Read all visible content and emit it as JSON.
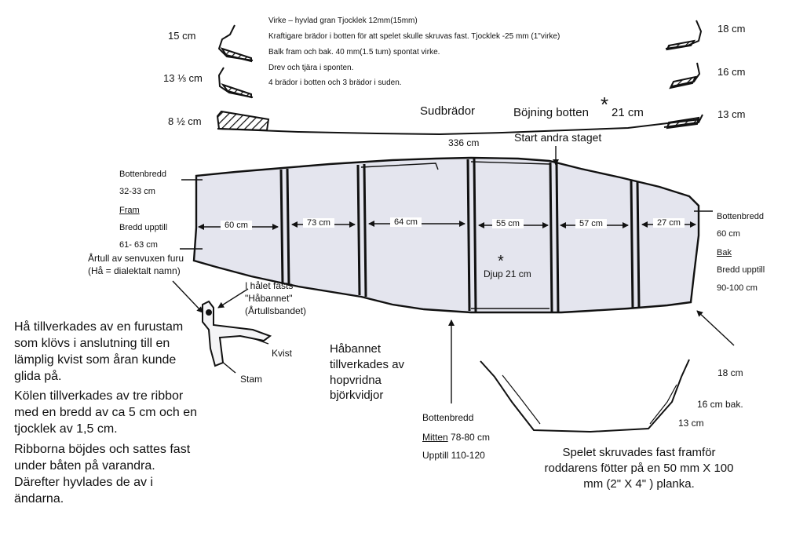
{
  "specs": [
    "Virke – hyvlad gran Tjocklek 12mm(15mm)",
    "Kraftigare brädor i botten för att spelet skulle skruvas fast. Tjocklek -25 mm (1\"virke)",
    "Balk fram och bak. 40 mm(1.5 tum) spontat virke.",
    "Drev och tjära i sponten.",
    "4 brädor i botten och 3 brädor i suden."
  ],
  "profile": {
    "left": [
      "15 cm",
      "13 ⅓ cm",
      "8 ½ cm"
    ],
    "right": [
      "18 cm",
      "16 cm",
      "13 cm"
    ],
    "sudbrador": "Sudbrädor",
    "bojning_label": "Böjning botten",
    "bojning_star": "*",
    "bojning_value": "21 cm",
    "length": "336 cm",
    "start_andra": "Start andra staget"
  },
  "hull": {
    "sections": [
      "60 cm",
      "73 cm",
      "64 cm",
      "55 cm",
      "57 cm",
      "27 cm"
    ],
    "djup_star": "*",
    "djup": "Djup 21 cm"
  },
  "fram": {
    "lines": [
      "Bottenbredd",
      "32-33 cm",
      "Fram",
      "Bredd  upptill",
      "61- 63 cm"
    ]
  },
  "bak": {
    "lines": [
      "Bottenbredd",
      "60 cm",
      "Bak",
      "Bredd upptill",
      "90-100 cm"
    ]
  },
  "artull": {
    "title": "Årtull av senvuxen furu (Hå = dialektalt namn)",
    "hal": "I hålet fästs \"Håbannet\" (Årtullsbandet)",
    "kvist": "Kvist",
    "stam": "Stam"
  },
  "description": [
    "Hå tillverkades av en furustam som klövs i anslutning till en lämplig kvist som åran kunde glida på.",
    "Kölen tillverkades av tre ribbor med en bredd av ca 5 cm och en tjocklek av 1,5 cm.",
    "Ribborna böjdes och sattes fast under båten på varandra. Därefter hyvlades de av i ändarna."
  ],
  "haabannet": "Håbannet tillverkades av hopvridna björkvidjor",
  "mitten": {
    "label": "Bottenbredd",
    "mitten_word": "Mitten",
    "mitten_value": "78-80 cm",
    "upptill": "Upptill 110-120"
  },
  "spel": {
    "dims": [
      "18 cm",
      "16 cm bak.",
      "13 cm"
    ],
    "text": "Spelet skruvades fast framför roddarens fötter på en 50 mm X 100 mm (2\" X 4\" ) planka."
  },
  "chart_data": {
    "type": "diagram",
    "section_lengths_cm": [
      60,
      73,
      64,
      55,
      57,
      27
    ],
    "total_length_cm": 336,
    "depth_cm": 21
  }
}
